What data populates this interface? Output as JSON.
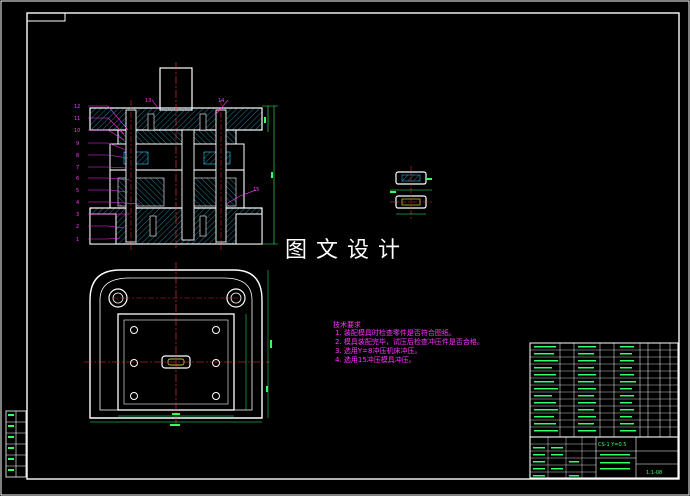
{
  "watermark": "图文设计",
  "tech_notes": {
    "title": "技术要求",
    "items": [
      "1. 装配模具时检查零件是否符合图纸。",
      "2. 模具装配完毕，试压后检查冲压件是否合格。",
      "3. 选用Y=8冲压机床冲压。",
      "4. 选用15冲压模具冲压。"
    ]
  },
  "part_labels": [
    "1",
    "2",
    "3",
    "4",
    "5",
    "6",
    "7",
    "8",
    "9",
    "10",
    "11",
    "12",
    "13",
    "14",
    "15"
  ],
  "title_block": {
    "drawing_no": "CS-1 Y=0.5",
    "scale": "1:1-08"
  },
  "colors": {
    "border": "#ffffff",
    "outline": "#ffffff",
    "hatch": "#33ccff",
    "centerline": "#ff3333",
    "leader": "#ff33ff",
    "dimension": "#33ff66",
    "hole": "#ffff33"
  }
}
